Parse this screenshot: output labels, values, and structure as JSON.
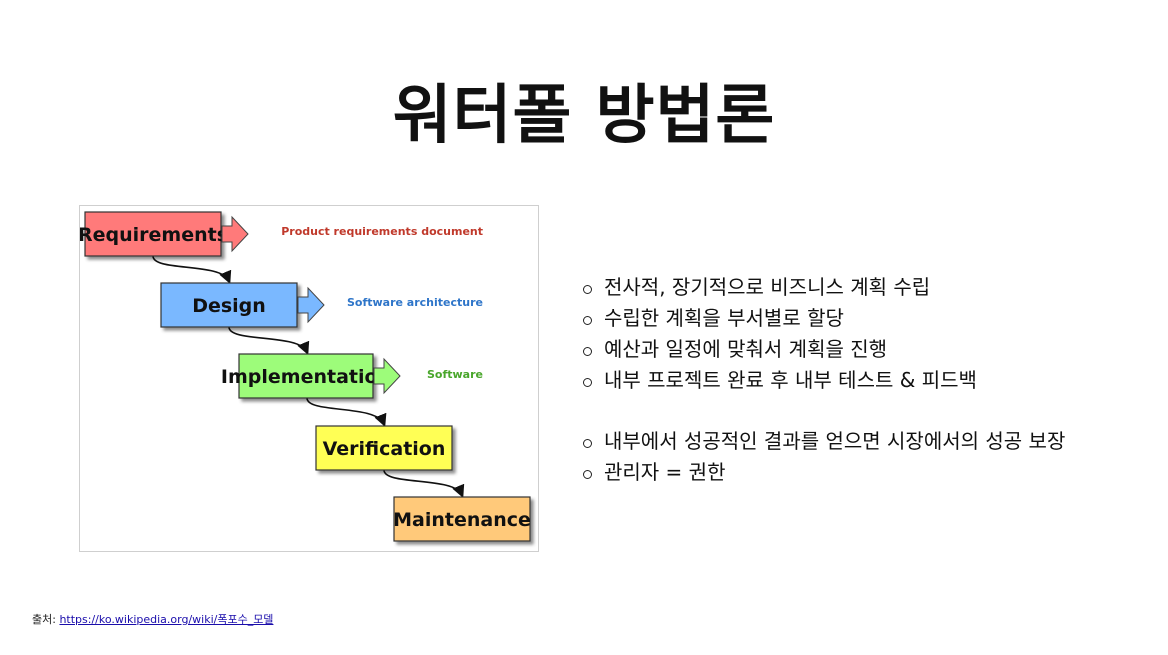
{
  "slide": {
    "title": "워터폴 방법론",
    "bullets": [
      "전사적, 장기적으로 비즈니스 계획 수립",
      "수립한 계획을 부서별로 할당",
      "예산과 일정에 맞춰서 계획을 진행",
      "내부 프로젝트 완료 후 내부 테스트 & 피드백",
      "내부에서 성공적인 결과를 얻으면 시장에서의 성공 보장",
      "관리자 = 권한"
    ],
    "source_label": "출처: ",
    "source_link": "https://ko.wikipedia.org/wiki/폭포수_모델"
  },
  "diagram": {
    "stages": [
      {
        "label": "Requirements",
        "fill": "#ff7a7a",
        "output": "Product requirements document",
        "output_color": "#c0392b"
      },
      {
        "label": "Design",
        "fill": "#7ab8ff",
        "output": "Software architecture",
        "output_color": "#2e75c9"
      },
      {
        "label": "Implementation",
        "fill": "#9dfc7a",
        "output": "Software",
        "output_color": "#49a62b"
      },
      {
        "label": "Verification",
        "fill": "#ffff55",
        "output": "",
        "output_color": ""
      },
      {
        "label": "Maintenance",
        "fill": "#ffc97a",
        "output": "",
        "output_color": ""
      }
    ]
  }
}
